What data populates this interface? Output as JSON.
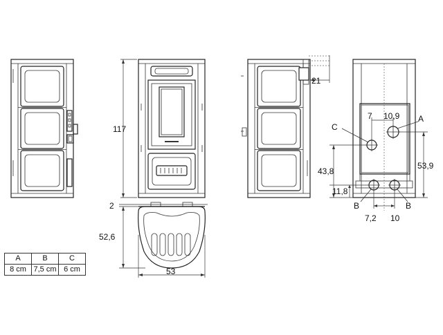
{
  "dimensions": {
    "height": "117",
    "side_offset": "21",
    "top_gap": "2",
    "depth": "52,6",
    "width": "53",
    "c_offset": "7",
    "a_offset": "10,9",
    "c_height": "43,8",
    "a_height": "53,9",
    "b_height": "11,8",
    "b_left_offset": "7,2",
    "b_right_offset": "10"
  },
  "connections": {
    "a": "A",
    "b_left": "B",
    "b_right": "B",
    "c": "C"
  },
  "table": {
    "headers": [
      "A",
      "B",
      "C"
    ],
    "values": [
      "8 cm",
      "7,5 cm",
      "6 cm"
    ]
  }
}
